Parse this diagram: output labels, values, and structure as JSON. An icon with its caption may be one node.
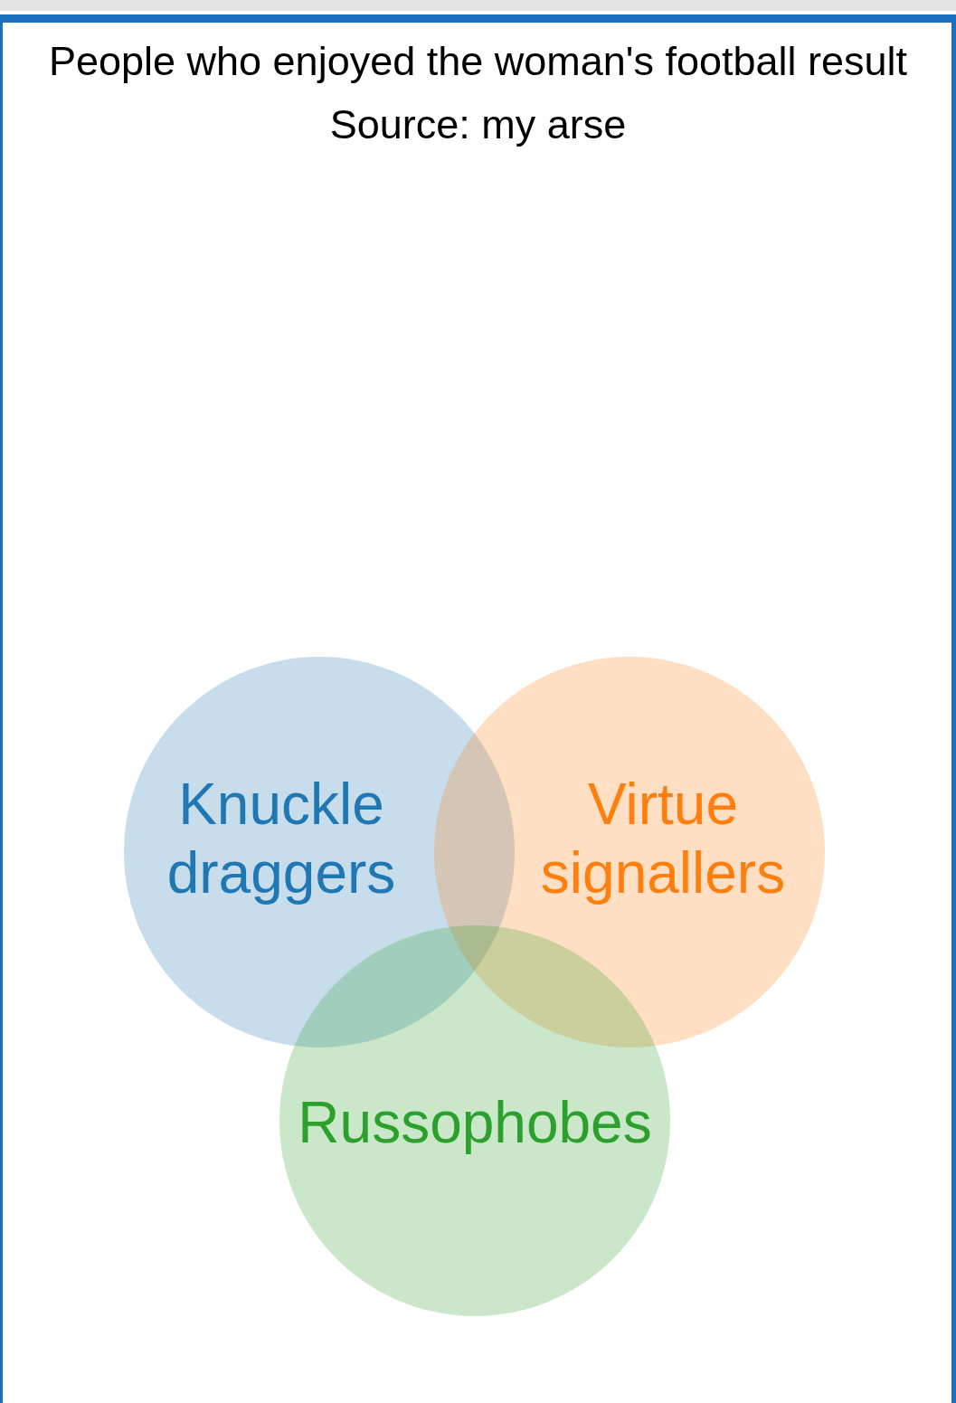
{
  "diagram": {
    "title": "People who enjoyed the woman's football result",
    "caption": "Source: my arse",
    "nodes": [
      {
        "text": [
          "Knuckle draggers"
        ]
      },
      {
        "text": [
          "Virtue signallers"
        ]
      },
      {
        "text": [
          "Russophobes"
        ]
      }
    ]
  }
}
